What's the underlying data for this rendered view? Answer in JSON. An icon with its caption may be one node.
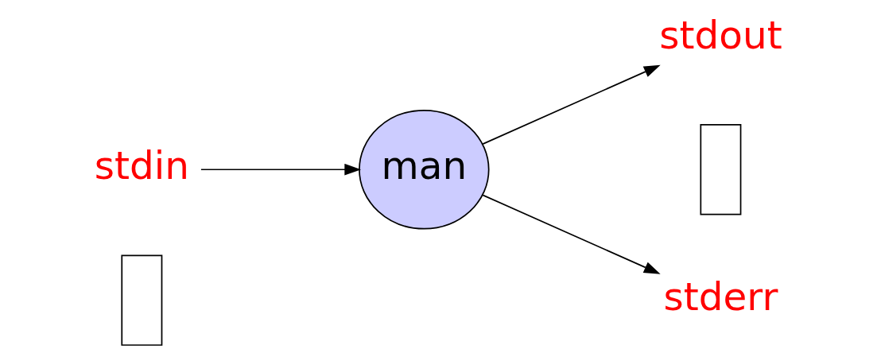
{
  "diagram": {
    "nodes": [
      {
        "text": [
          "stdin"
        ]
      },
      {
        "text": [],
        "shape": "box"
      },
      {
        "text": [
          "man"
        ]
      },
      {
        "text": [
          "stdout"
        ]
      },
      {
        "text": [],
        "shape": "box"
      },
      {
        "text": [
          "stderr"
        ]
      }
    ],
    "edges": [
      {
        "from": 0,
        "to": 2,
        "arrow": "to"
      },
      {
        "from": 2,
        "to": 3,
        "arrow": "to"
      },
      {
        "from": 2,
        "to": 5,
        "arrow": "to"
      }
    ]
  }
}
